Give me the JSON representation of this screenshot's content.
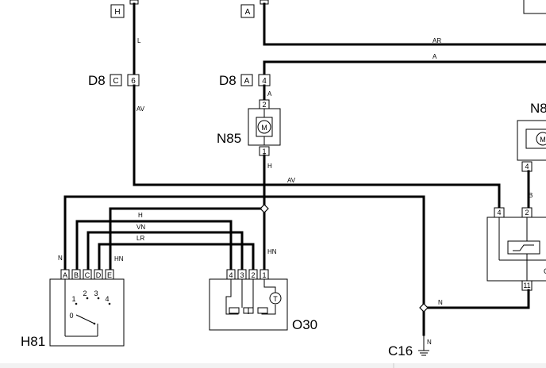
{
  "connectors_top": {
    "h": "H",
    "a": "A"
  },
  "wires": {
    "l": "L",
    "av_left": "AV",
    "ar": "AR",
    "a_top": "A",
    "a_motor": "A",
    "h_motor": "H",
    "av_mid": "AV",
    "n_left": "N",
    "h_run": "H",
    "vn": "VN",
    "lr": "LR",
    "hn": "HN",
    "hn_o30": "HN",
    "b_right": "B",
    "n_ground": "N",
    "n_c16": "N"
  },
  "connectors": {
    "d8_left": {
      "name": "D8",
      "tag": "C",
      "pin": "6"
    },
    "d8_mid": {
      "name": "D8",
      "tag": "A",
      "pin": "4"
    }
  },
  "components": {
    "n85": {
      "name": "N85",
      "pin_top": "2",
      "pin_bottom": "1",
      "symbol": "M"
    },
    "n8_partial": {
      "name": "N8",
      "pin": "4",
      "symbol": "M"
    },
    "h81": {
      "name": "H81",
      "pins": [
        "A",
        "B",
        "C",
        "D",
        "E"
      ],
      "contacts": [
        "1",
        "2",
        "3",
        "4"
      ],
      "wiper": "0"
    },
    "o30": {
      "name": "O30",
      "pins": [
        "4",
        "3",
        "2",
        "1"
      ],
      "symbol": "T"
    },
    "right_module": {
      "pins": [
        "4",
        "2"
      ],
      "pin_bottom": "11",
      "partial_label": "C"
    },
    "c16": {
      "name": "C16"
    }
  }
}
